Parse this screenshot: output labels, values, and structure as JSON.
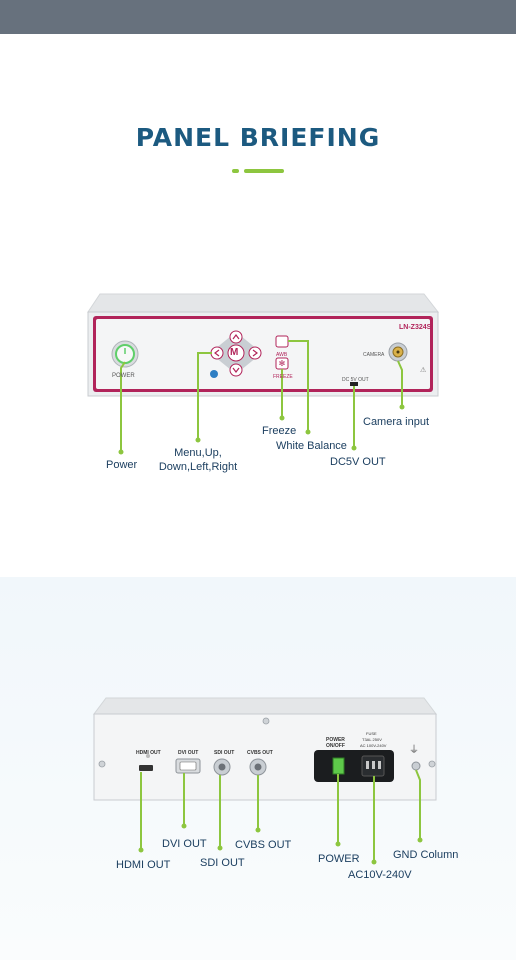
{
  "header": {
    "title": "PANEL BRIEFING"
  },
  "front_panel": {
    "model": "LN-Z324S",
    "power_button_label": "POWER",
    "awb_label": "AWB",
    "freeze_button_label": "FREEZE",
    "menu_button_label": "M",
    "dc_port_label": "DC 5V OUT",
    "camera_port_label": "CAMERA",
    "callouts": {
      "power": "Power",
      "menu_line1": "Menu,Up,",
      "menu_line2": "Down,Left,Right",
      "freeze": "Freeze",
      "white_balance": "White Balance",
      "dc5v_out": "DC5V OUT",
      "camera_input": "Camera input"
    }
  },
  "rear_panel": {
    "hdmi_port_label": "HDMI OUT",
    "dvi_port_label": "DVI OUT",
    "sdi_port_label": "SDI OUT",
    "cvbs_port_label": "CVBS OUT",
    "power_switch_label_line1": "POWER",
    "power_switch_label_line2": "ON/OFF",
    "fuse_label_line1": "FUSE",
    "fuse_label_line2": "T3AL 250V",
    "fuse_label_line3": "AC 100V-240V",
    "callouts": {
      "hdmi_out": "HDMI OUT",
      "dvi_out": "DVI OUT",
      "sdi_out": "SDI OUT",
      "cvbs_out": "CVBS OUT",
      "power": "POWER",
      "ac": "AC10V-240V",
      "gnd": "GND Column"
    }
  },
  "colors": {
    "title": "#1c5a80",
    "accent_green": "#8dc63f",
    "panel_red": "#b1245a",
    "topbar": "#67717d"
  }
}
